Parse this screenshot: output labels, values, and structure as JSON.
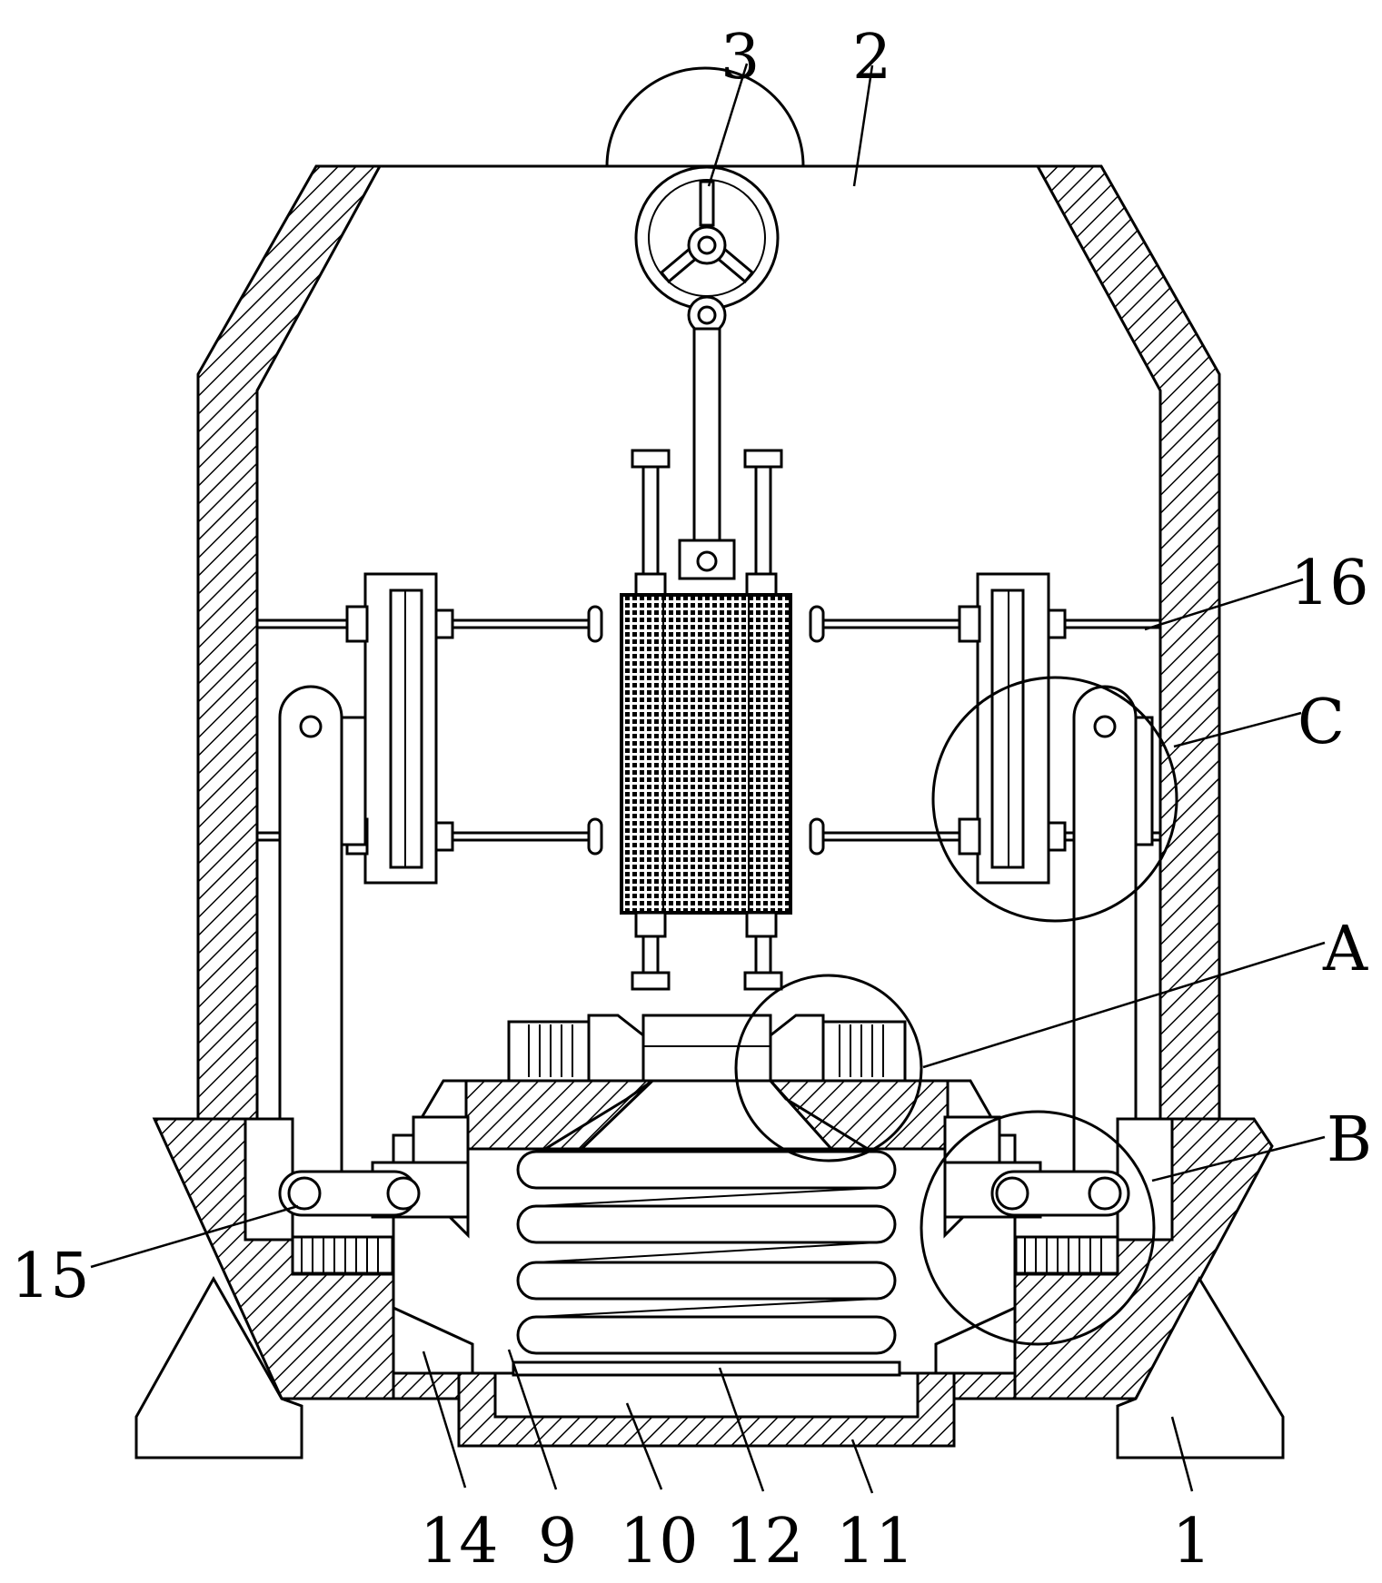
{
  "figure": {
    "labels": [
      {
        "id": "1",
        "text": "1"
      },
      {
        "id": "2",
        "text": "2"
      },
      {
        "id": "3",
        "text": "3"
      },
      {
        "id": "9",
        "text": "9"
      },
      {
        "id": "10",
        "text": "10"
      },
      {
        "id": "11",
        "text": "11"
      },
      {
        "id": "12",
        "text": "12"
      },
      {
        "id": "14",
        "text": "14"
      },
      {
        "id": "15",
        "text": "15"
      },
      {
        "id": "16",
        "text": "16"
      },
      {
        "id": "A",
        "text": "A"
      },
      {
        "id": "B",
        "text": "B"
      },
      {
        "id": "C",
        "text": "C"
      }
    ]
  }
}
